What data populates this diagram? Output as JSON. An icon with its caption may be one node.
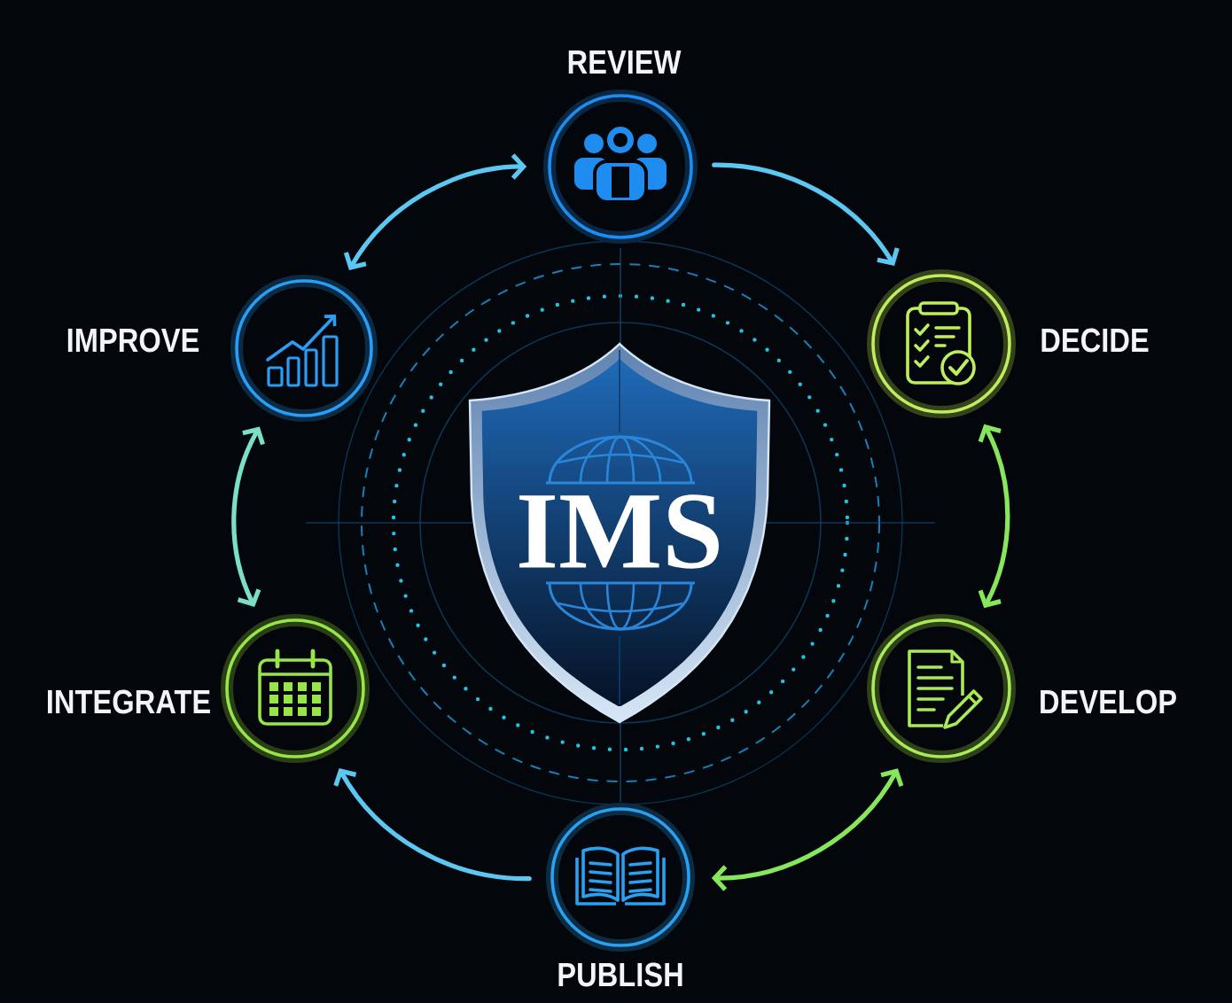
{
  "diagram": {
    "nodes": [
      {
        "text": [
          "REVIEW"
        ]
      },
      {
        "text": [
          "IMPROVE"
        ]
      },
      {
        "text": [
          "DECIDE"
        ]
      },
      {
        "text": [
          "IMS"
        ]
      },
      {
        "text": [
          "INTEGRATE"
        ]
      },
      {
        "text": [
          "DEVELOP"
        ]
      },
      {
        "text": [
          "PUBLISH"
        ]
      }
    ],
    "edges": [
      {
        "from": 0,
        "to": 2,
        "arrow": "to"
      },
      {
        "from": 2,
        "to": 5,
        "arrow": "both",
        "color": "#86e65c"
      },
      {
        "from": 5,
        "to": 6,
        "arrow": "both",
        "color": "#86e65c"
      },
      {
        "from": 6,
        "to": 4,
        "arrow": "to"
      },
      {
        "from": 4,
        "to": 1,
        "arrow": "both",
        "color": "#7adfc4"
      },
      {
        "from": 1,
        "to": 0,
        "arrow": "both"
      }
    ]
  }
}
